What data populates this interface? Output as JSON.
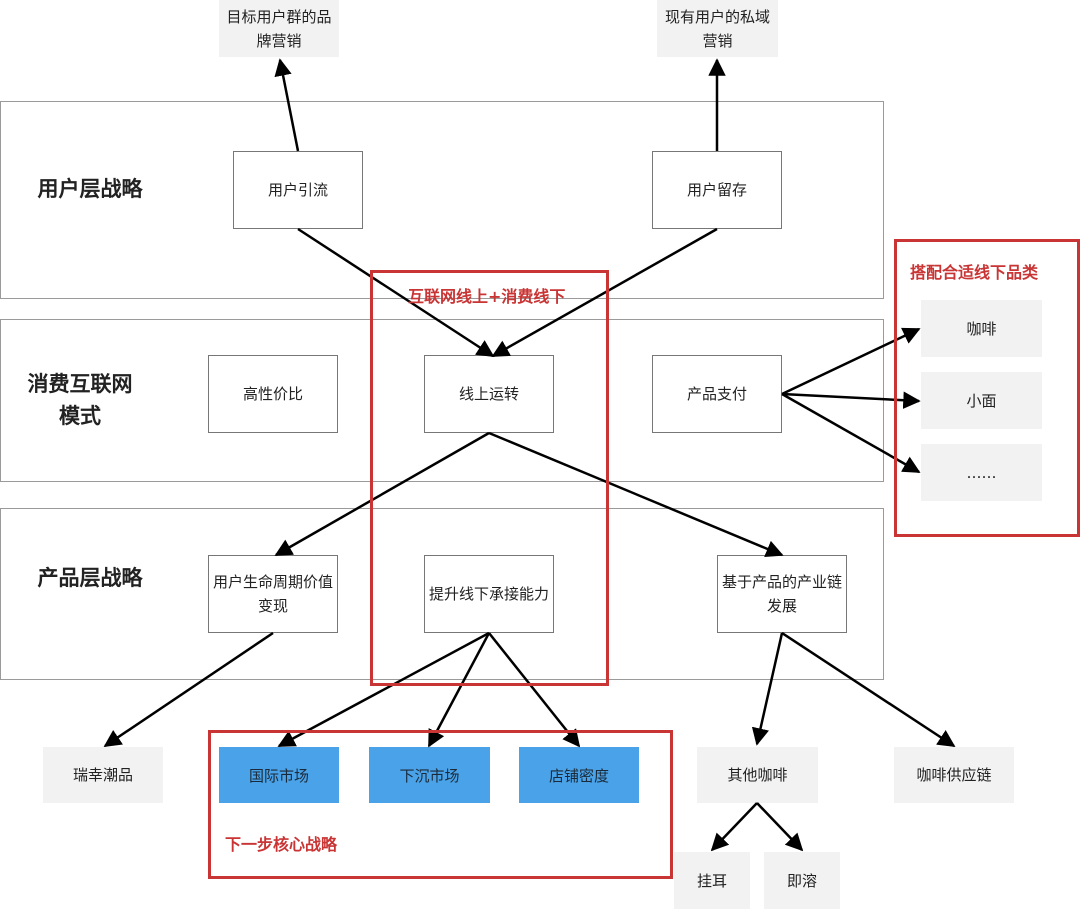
{
  "layers": {
    "user_layer": "用户层战略",
    "internet_layer": "消费互联网\n模式",
    "product_layer": "产品层战略"
  },
  "nodes": {
    "target_marketing": "目标用户群的品牌营销",
    "private_marketing": "现有用户的私域营销",
    "user_acquisition": "用户引流",
    "user_retention": "用户留存",
    "cost_performance": "高性价比",
    "online_operation": "线上运转",
    "product_payment": "产品支付",
    "lifecycle_value": "用户生命周期价值变现",
    "offline_capacity": "提升线下承接能力",
    "industry_chain": "基于产品的产业链发展",
    "ruixing_trend": "瑞幸潮品",
    "international_market": "国际市场",
    "sinking_market": "下沉市场",
    "store_density": "店铺密度",
    "other_coffee": "其他咖啡",
    "coffee_supply_chain": "咖啡供应链",
    "drip_bag": "挂耳",
    "instant": "即溶",
    "coffee": "咖啡",
    "noodles": "小面",
    "ellipsis": "……"
  },
  "annotations": {
    "online_offline": "互联网线上+消费线下",
    "offline_categories": "搭配合适线下品类",
    "core_strategy": "下一步核心战略"
  },
  "colors": {
    "highlight_red": "#c93535",
    "blue_box": "#4aa3e8",
    "gray_box": "#f2f2f2"
  }
}
